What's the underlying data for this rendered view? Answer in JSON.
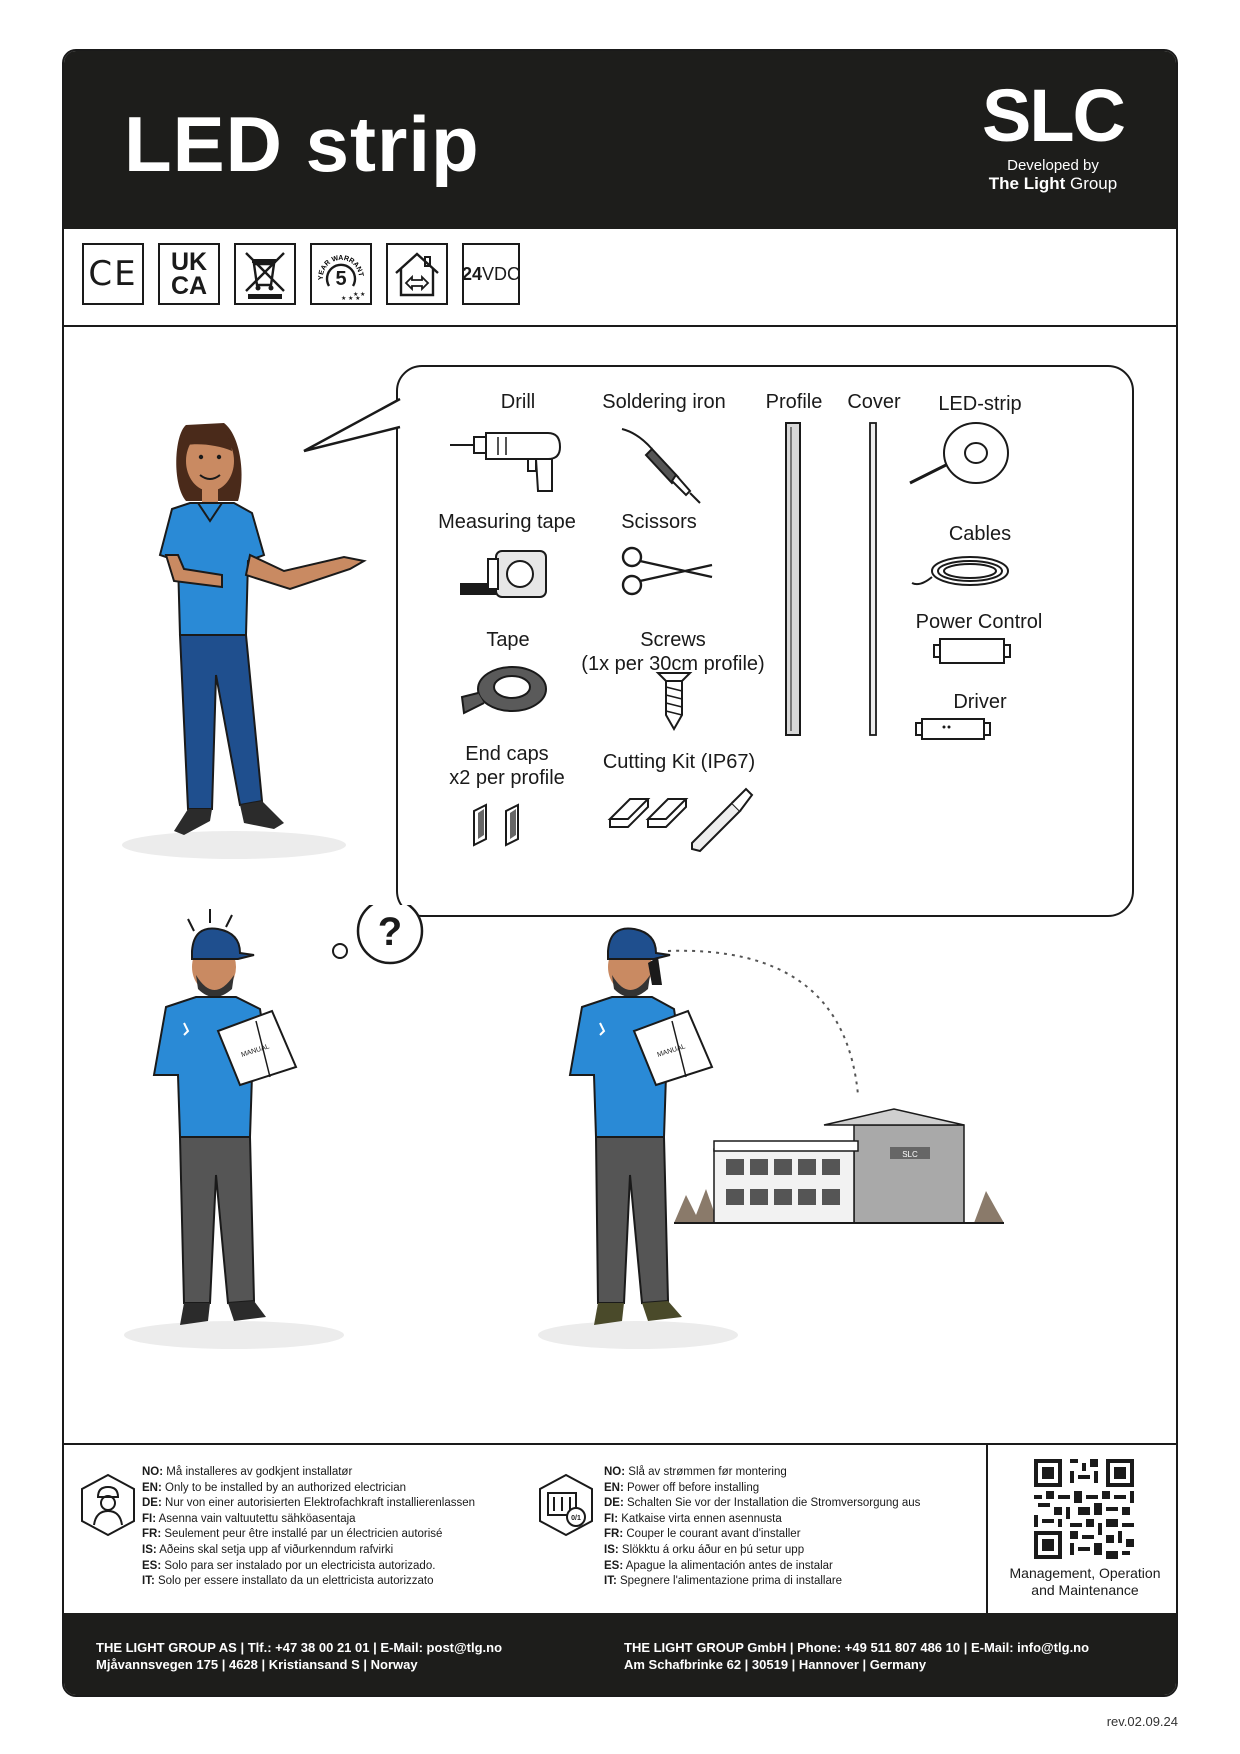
{
  "header": {
    "title": "LED strip",
    "brand_logo": "SLC",
    "brand_developed": "Developed by",
    "brand_company_bold": "The Light",
    "brand_company_rest": " Group"
  },
  "certifications": {
    "ce": "CE",
    "ukca_top": "UK",
    "ukca_bottom": "CA",
    "warranty_text": "YEAR WARRANTY",
    "warranty_years": "5",
    "voltage_bold": "24",
    "voltage_rest": "VDC"
  },
  "tools": {
    "drill": "Drill",
    "soldering_iron": "Soldering iron",
    "profile": "Profile",
    "cover": "Cover",
    "led_strip": "LED-strip",
    "measuring_tape": "Measuring tape",
    "scissors": "Scissors",
    "cables": "Cables",
    "power_control": "Power Control",
    "tape": "Tape",
    "screws_line1": "Screws",
    "screws_line2": "(1x per 30cm profile)",
    "driver": "Driver",
    "end_caps_line1": "End caps",
    "end_caps_line2": "x2 per profile",
    "cutting_kit": "Cutting Kit (IP67)"
  },
  "illustrations": {
    "manual_label": "MANUAL",
    "question_mark": "?",
    "building_sign": "SLC"
  },
  "notices": {
    "installer": [
      {
        "lang": "NO:",
        "text": " Må installeres av godkjent installatør"
      },
      {
        "lang": "EN:",
        "text": " Only to be installed by an authorized electrician"
      },
      {
        "lang": "DE:",
        "text": " Nur von einer autorisierten Elektrofachkraft installierenlassen"
      },
      {
        "lang": "FI:",
        "text": " Asenna vain valtuutettu sähköasentaja"
      },
      {
        "lang": "FR:",
        "text": " Seulement peur être installé par un électricien autorisé"
      },
      {
        "lang": "IS:",
        "text": " Aðeins skal setja upp af viðurkenndum rafvirki"
      },
      {
        "lang": "ES:",
        "text": " Solo para ser instalado por un electricista autorizado."
      },
      {
        "lang": "IT:",
        "text": " Solo per essere installato da un elettricista autorizzato"
      }
    ],
    "power_off": [
      {
        "lang": "NO:",
        "text": " Slå av strømmen før montering"
      },
      {
        "lang": "EN:",
        "text": " Power off before installing"
      },
      {
        "lang": "DE:",
        "text": " Schalten Sie vor der Installation die Stromversorgung aus"
      },
      {
        "lang": "FI:",
        "text": " Katkaise virta ennen asennusta"
      },
      {
        "lang": "FR:",
        "text": " Couper le courant avant d'installer"
      },
      {
        "lang": "IS:",
        "text": " Slökktu á orku áður en þú setur upp"
      },
      {
        "lang": "ES:",
        "text": " Apague la alimentación antes de instalar"
      },
      {
        "lang": "IT:",
        "text": " Spegnere l'alimentazione prima di installare"
      }
    ],
    "switch_label": "0/1",
    "qr_caption_line1": "Management, Operation",
    "qr_caption_line2": "and Maintenance"
  },
  "footer": {
    "left_line1": "THE LIGHT GROUP AS | Tlf.: +47 38 00 21 01 | E-Mail: post@tlg.no",
    "left_line2": "Mjåvannsvegen 175 | 4628 | Kristiansand S | Norway",
    "right_line1": "THE LIGHT GROUP GmbH | Phone: +49 511 807 486 10 | E-Mail: info@tlg.no",
    "right_line2": "Am Schafbrinke 62 | 30519 | Hannover | Germany"
  },
  "revision": "rev.02.09.24",
  "colors": {
    "dark": "#1d1d1b",
    "shirt_blue": "#2a8ad6",
    "pants_blue": "#1f4f8e",
    "pants_grey": "#555555",
    "skin": "#c98a62"
  }
}
